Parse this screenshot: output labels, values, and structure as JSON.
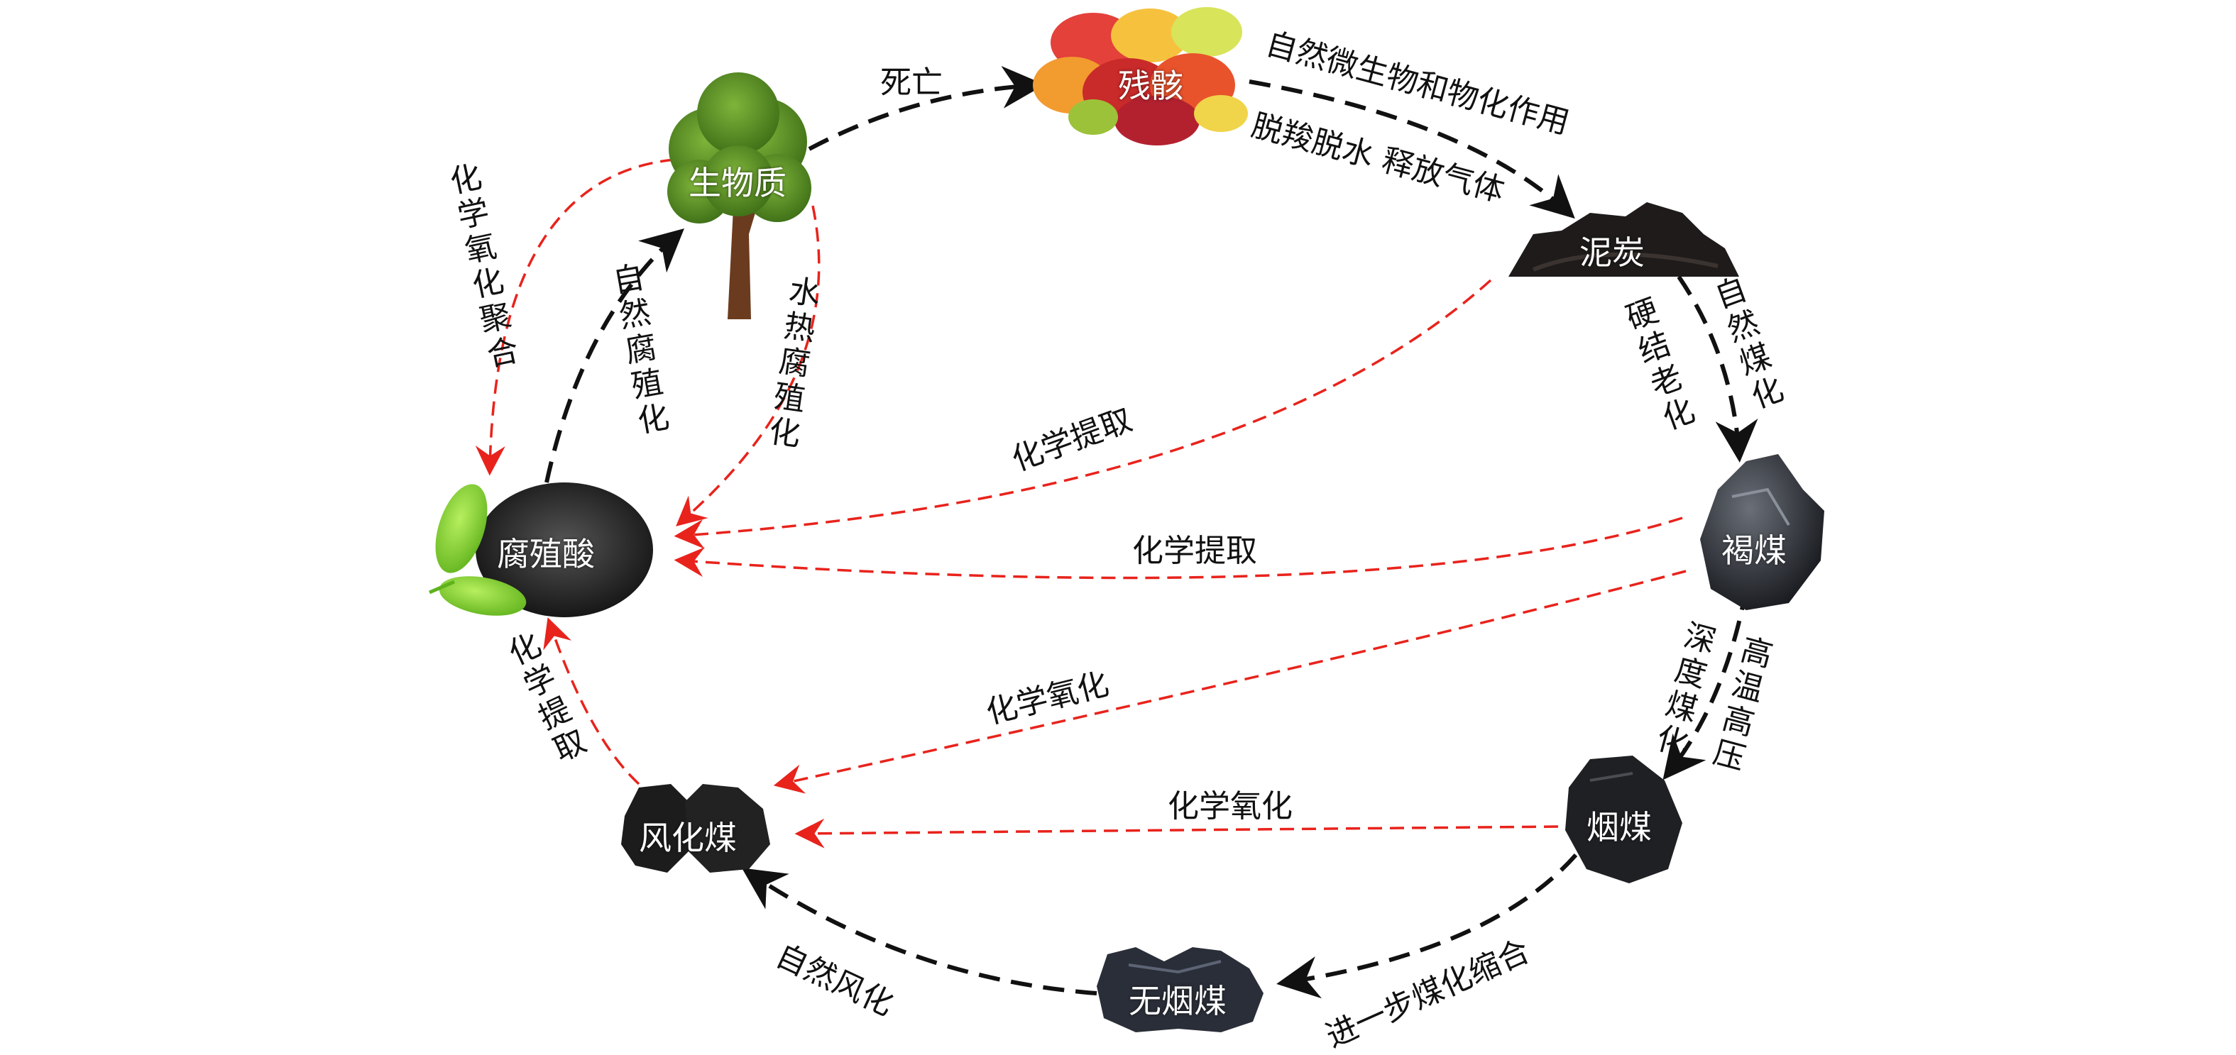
{
  "nodes": {
    "biomass": "生物质",
    "remains": "残骸",
    "peat": "泥炭",
    "lignite": "褐煤",
    "bituminous": "烟煤",
    "anthracite": "无烟煤",
    "weathered_coal": "风化煤",
    "humic_acid": "腐殖酸"
  },
  "natural_paths": {
    "death": "死亡",
    "microbial_line1": "自然微生物和物化作用",
    "microbial_line2": "脱羧脱水  释放气体",
    "natural_coalification": "自然煤化",
    "hardening_aging": "硬结老化",
    "deep_coalification": "深度煤化",
    "high_temp_pressure": "高温高压",
    "further_condensation": "进一步煤化缩合",
    "natural_weathering": "自然风化",
    "natural_humification": "自然腐殖化"
  },
  "chemical_paths": {
    "oxidative_polymerization": "化学氧化聚合",
    "hydrothermal_humification": "水热腐殖化",
    "extraction_peat": "化学提取",
    "extraction_lignite": "化学提取",
    "oxidation_lignite": "化学氧化",
    "oxidation_bituminous": "化学氧化",
    "extraction_weathered": "化学提取"
  },
  "colors": {
    "natural_arrow": "#111111",
    "chemical_arrow": "#e8231c"
  }
}
